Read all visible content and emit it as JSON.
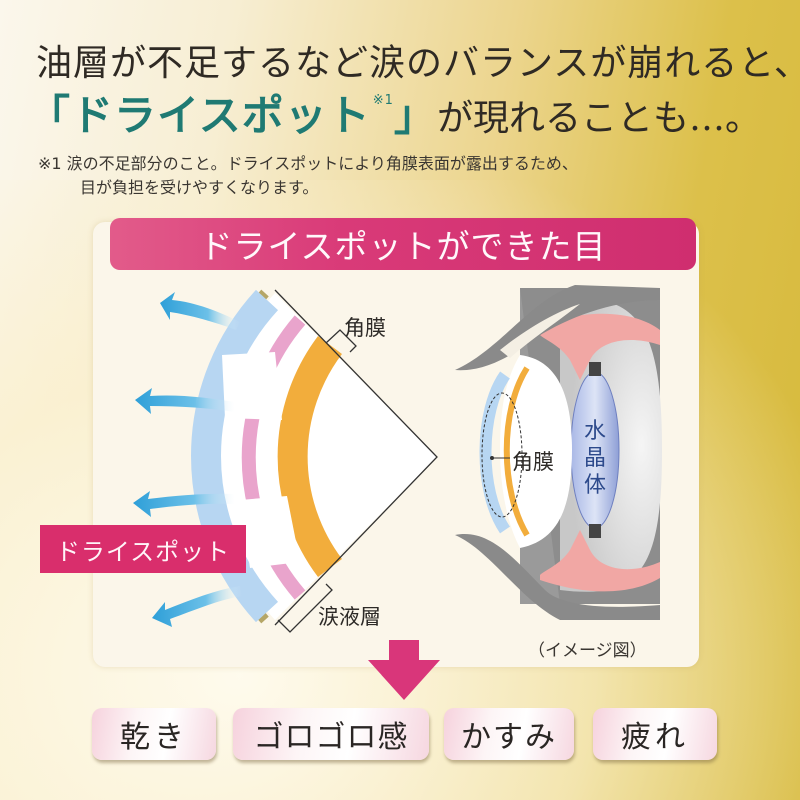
{
  "header": {
    "headline_line1": "油層が不足するなど涙のバランスが崩れると、",
    "headline_line2_open": "「ドライスポット",
    "headline_line2_sup": "※1",
    "headline_line2_close": "」",
    "headline_line2_rest": "が現れることも…。",
    "footnote_line1": "※1 涙の不足部分のこと。ドライスポットにより角膜表面が露出するため、",
    "footnote_line2": "目が負担を受けやすくなります。"
  },
  "panel": {
    "title": "ドライスポットができた目",
    "labels": {
      "cornea_top": "角膜",
      "tear_layer": "涙液層",
      "dry_spot_tag": "ドライスポット",
      "cornea_side": "角膜",
      "lens": "水晶体",
      "caption": "（イメージ図）"
    }
  },
  "symptoms": [
    {
      "label": "乾き"
    },
    {
      "label": "ゴロゴロ感"
    },
    {
      "label": "かすみ"
    },
    {
      "label": "疲れ"
    }
  ],
  "colors": {
    "accent_pink": "#d92e6c",
    "headline_teal": "#1f7a73",
    "cornea_orange": "#f2ad3c",
    "tear_blue": "#a9cdee",
    "arrow_blue": "#3aa6db",
    "lens_blue": "#8fa3d8",
    "eyelid_gray": "#8a8a8a"
  }
}
